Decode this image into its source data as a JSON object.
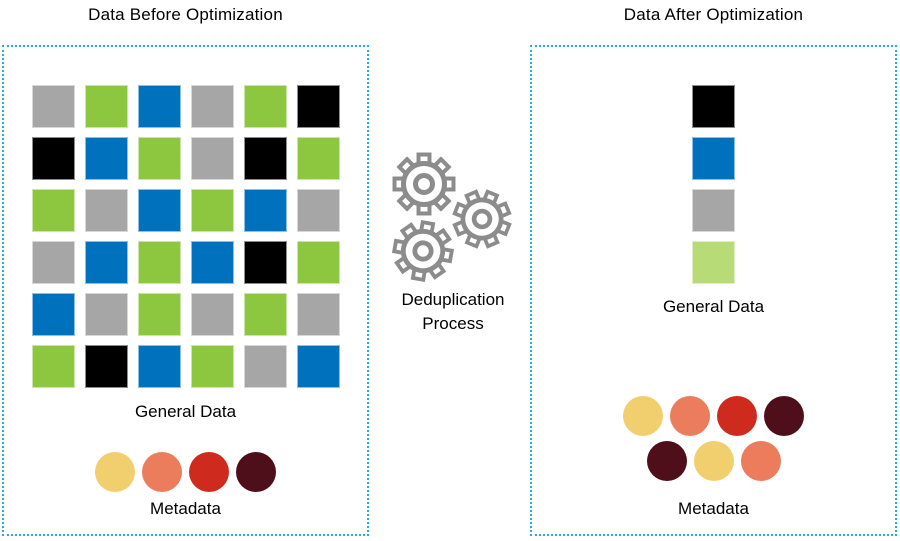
{
  "colors": {
    "green": "#8DC63F",
    "blue": "#0071BC",
    "gray": "#A6A6A6",
    "black": "#000000",
    "light_green": "#B7DB76",
    "yellow": "#F2CF6E",
    "salmon": "#EC7D5C",
    "red": "#CE2B1E",
    "maroon": "#4E0E1A",
    "border_blue": "#29ABE2",
    "gear_gray": "#8C8C8C"
  },
  "before_panel": {
    "title": "Data Before Optimization",
    "grid_rows": [
      [
        "gray",
        "green",
        "blue",
        "gray",
        "green",
        "black"
      ],
      [
        "black",
        "blue",
        "green",
        "gray",
        "black",
        "green"
      ],
      [
        "green",
        "gray",
        "blue",
        "green",
        "blue",
        "gray"
      ],
      [
        "gray",
        "blue",
        "green",
        "blue",
        "black",
        "green"
      ],
      [
        "blue",
        "gray",
        "green",
        "gray",
        "green",
        "gray"
      ],
      [
        "green",
        "black",
        "blue",
        "green",
        "gray",
        "blue"
      ]
    ],
    "general_data_label": "General Data",
    "metadata_circles": [
      "yellow",
      "salmon",
      "red",
      "maroon"
    ],
    "metadata_label": "Metadata"
  },
  "process": {
    "label_line1": "Deduplication",
    "label_line2": "Process"
  },
  "after_panel": {
    "title": "Data After Optimization",
    "stack": [
      "black",
      "blue",
      "gray",
      "light_green"
    ],
    "general_data_label": "General Data",
    "metadata_rows": [
      [
        "yellow",
        "salmon",
        "red",
        "maroon"
      ],
      [
        "maroon",
        "yellow",
        "salmon"
      ]
    ],
    "metadata_label": "Metadata"
  }
}
